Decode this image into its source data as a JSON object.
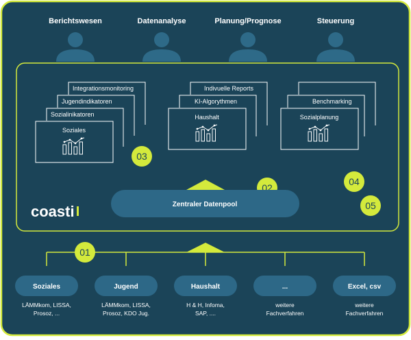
{
  "colors": {
    "background": "#1b4458",
    "frame": "#d4ea3c",
    "accent": "#d4ea3c",
    "person": "#2e6a88",
    "pill": "#2d6887",
    "text": "#ffffff",
    "badge_text": "#1b4458"
  },
  "roles": [
    "Berichtswesen",
    "Datenanalyse",
    "Planung/Prognose",
    "Steuerung"
  ],
  "modules": [
    {
      "title": "Soziales",
      "stack": [
        "Integrationsmonitoring",
        "Jugendindikatoren",
        "Sozialinikatoren"
      ],
      "icon": "bar-chart-icon"
    },
    {
      "title": "Haushalt",
      "stack": [
        "Indivuelle Reports",
        "KI-Algorythmen"
      ],
      "icon": "bar-chart-icon"
    },
    {
      "title": "Sozialplanung",
      "stack": [
        "Benchmarking"
      ],
      "icon": "bar-chart-icon"
    }
  ],
  "badges": [
    "01",
    "02",
    "03",
    "04",
    "05"
  ],
  "logo": "coasti",
  "datapool": "Zentraler Datenpool",
  "sources": [
    {
      "label": "Soziales",
      "desc": [
        "LÄMMkom, LISSA,",
        "Prosoz, ..."
      ]
    },
    {
      "label": "Jugend",
      "desc": [
        "LÄMMkom, LISSA,",
        "Prosoz, KDO Jug."
      ]
    },
    {
      "label": "Haushalt",
      "desc": [
        "H & H, Infoma,",
        "SAP, ...."
      ]
    },
    {
      "label": "...",
      "desc": [
        "weitere",
        "Fachverfahren"
      ]
    },
    {
      "label": "Excel, csv",
      "desc": [
        "weitere",
        "Fachverfahren"
      ]
    }
  ]
}
